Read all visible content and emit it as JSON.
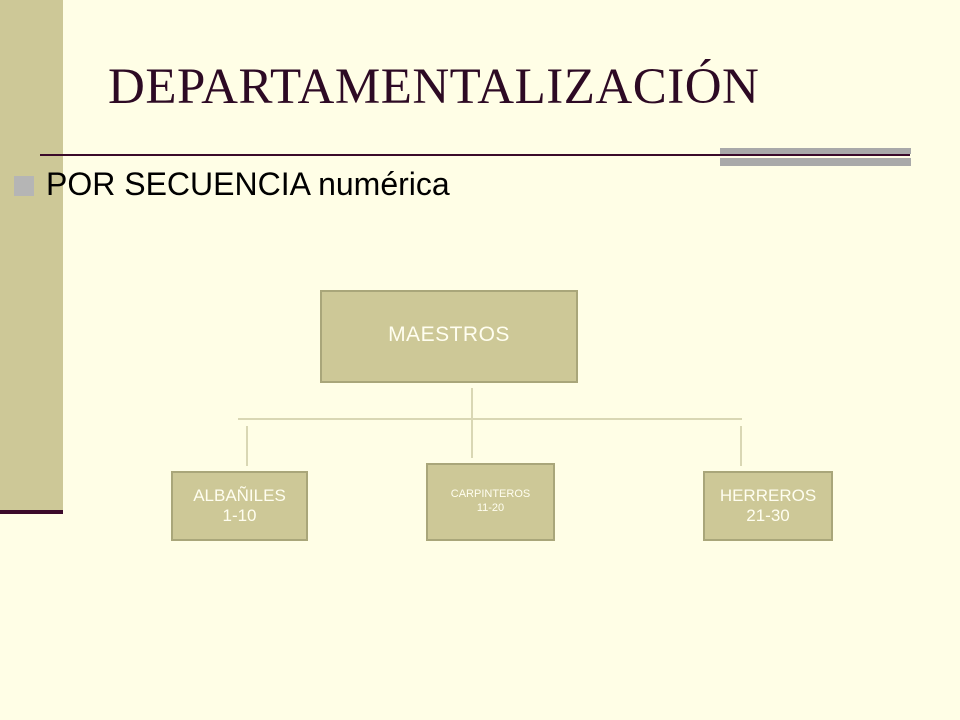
{
  "slide": {
    "title": "DEPARTAMENTALIZACIÓN",
    "bullet": "POR SECUENCIA numérica"
  },
  "org_chart": {
    "root": {
      "label": "MAESTROS"
    },
    "children": [
      {
        "name": "ALBAÑILES",
        "range": "1-10"
      },
      {
        "name": "CARPINTEROS",
        "range": "11-20"
      },
      {
        "name": "HERREROS",
        "range": "21-30"
      }
    ]
  },
  "colors": {
    "background": "#fffee6",
    "box_fill": "#cdc897",
    "box_text": "#fffef0",
    "title_text": "#2d0a24",
    "accent_bar": "#a9a9a9"
  }
}
